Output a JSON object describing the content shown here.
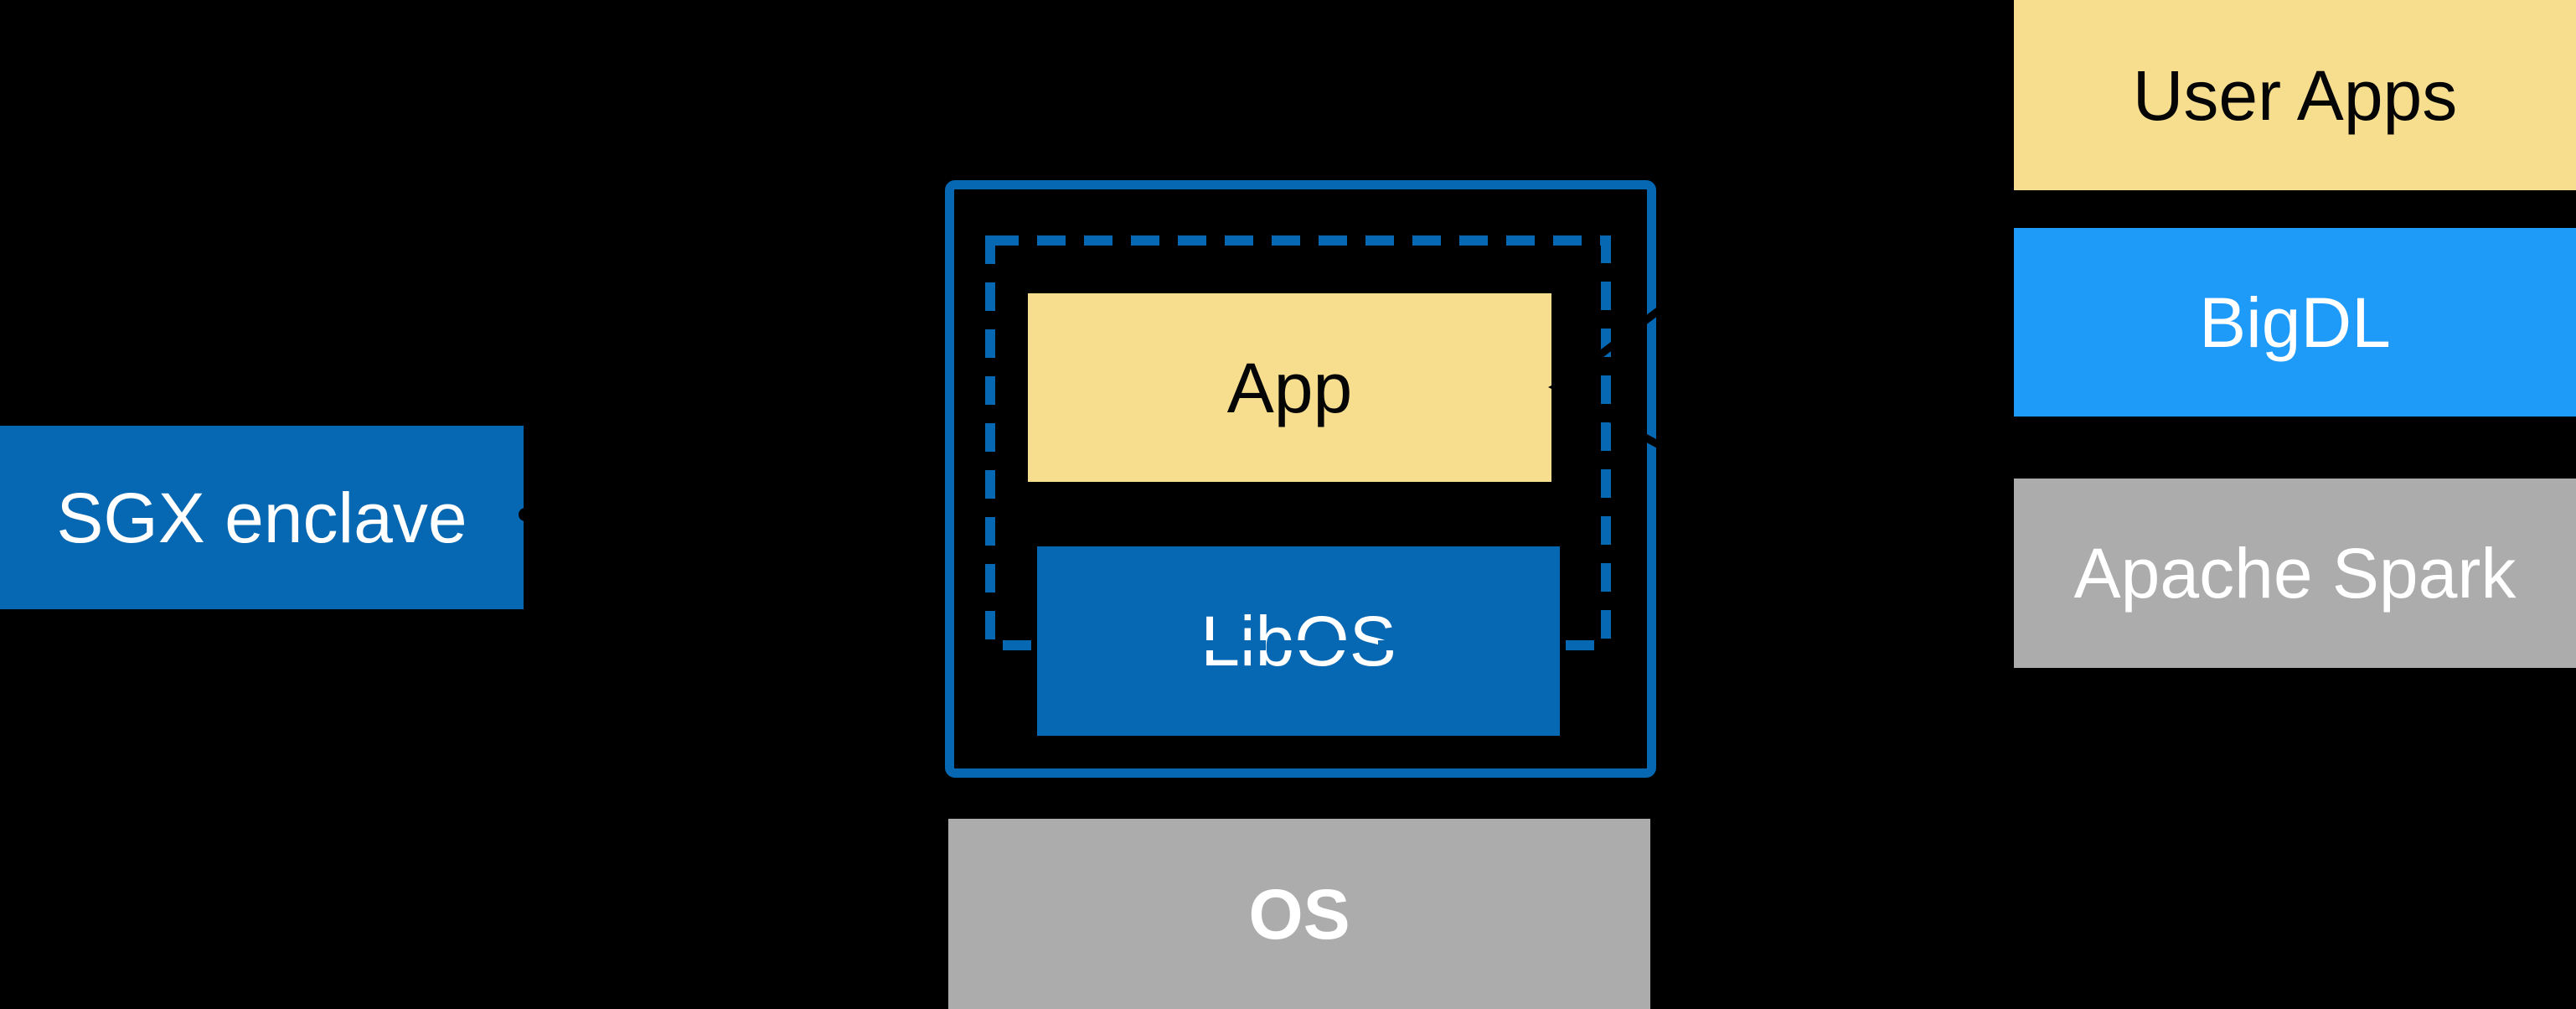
{
  "colors": {
    "background": "#000000",
    "intel_blue": "#0668B2",
    "bright_blue": "#1E9AF9",
    "yellow": "#F7DE8E",
    "gray": "#ACACAC",
    "label_light": "#FFFFFF",
    "label_dark": "#050505",
    "connector_black": "#000000"
  },
  "diagram": {
    "sgx": {
      "label": "SGX enclave"
    },
    "host": {
      "app_label": "App",
      "libos_label": "LibOS",
      "os_label": "OS"
    },
    "stack": {
      "items": [
        {
          "label": "User Apps"
        },
        {
          "label": "BigDL"
        },
        {
          "label": "Apache Spark"
        }
      ]
    }
  }
}
